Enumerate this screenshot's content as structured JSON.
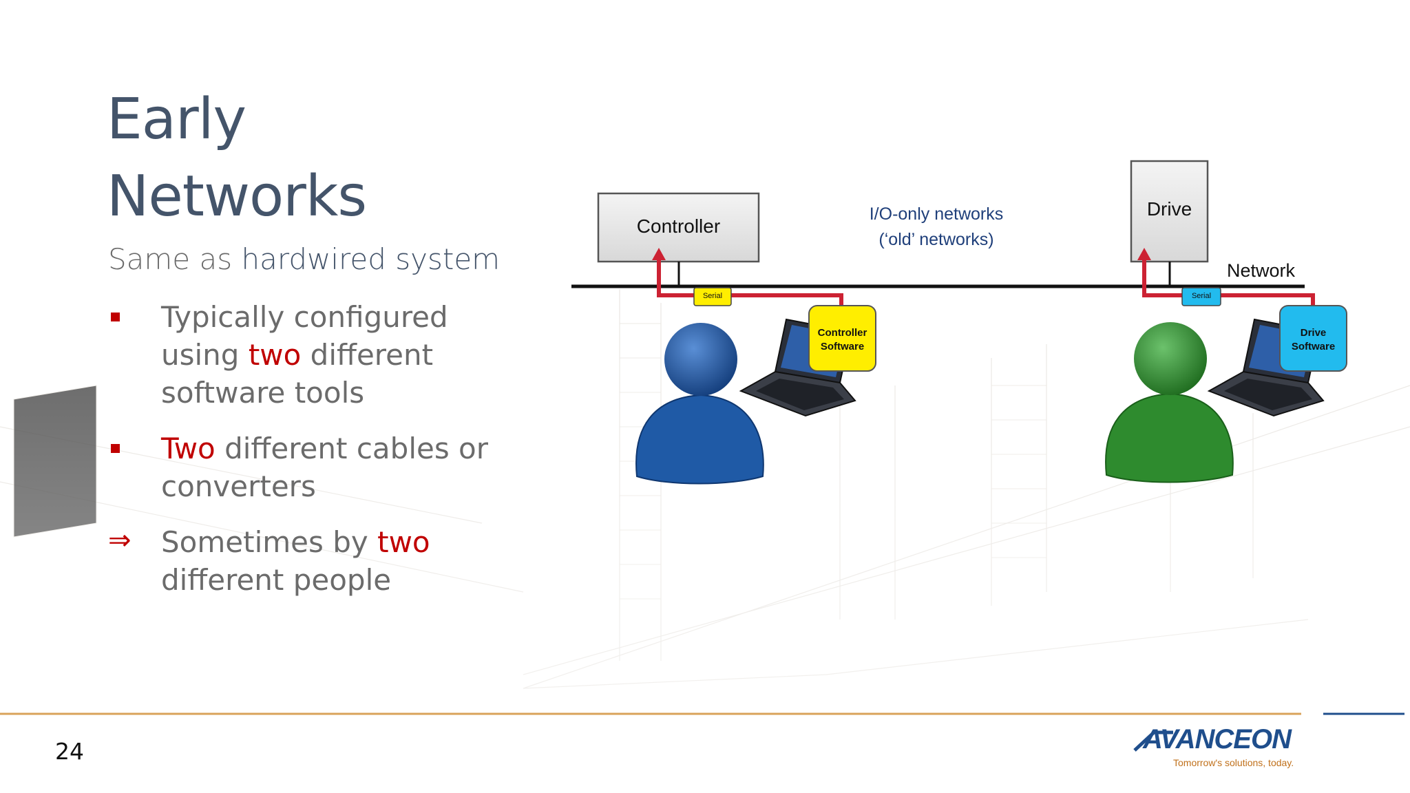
{
  "slide": {
    "title_line1": "Early",
    "title_line2": "Networks",
    "subtitle_prefix": "Same as ",
    "subtitle_highlight": "hardwired system",
    "bullets": [
      {
        "pre": "Typically configured using ",
        "red": "two",
        "post": " different software tools"
      },
      {
        "pre": "",
        "red": "Two",
        "post": " different cables or converters"
      },
      {
        "pre": "Sometimes by ",
        "red": "two",
        "post": " different people"
      }
    ],
    "arrow_glyph": "⇒",
    "page_number": "24"
  },
  "diagram": {
    "controller_label": "Controller",
    "drive_label": "Drive",
    "network_caption_line1": "I/O-only networks",
    "network_caption_line2": "(‘old’ networks)",
    "network_label": "Network",
    "serial_left": "Serial",
    "serial_right": "Serial",
    "controller_sw_line1": "Controller",
    "controller_sw_line2": "Software",
    "drive_sw_line1": "Drive",
    "drive_sw_line2": "Software",
    "colors": {
      "person_left": "#1f5aa6",
      "person_right": "#2e8b2e",
      "serial_left_bg": "#ffee00",
      "serial_right_bg": "#22bbee",
      "cable": "#cc2233"
    }
  },
  "footer": {
    "logo_text": "AVANCEON",
    "logo_tagline": "Tomorrow's solutions, today."
  },
  "theme": {
    "title_color": "#44546a",
    "accent_red": "#c00000",
    "footer_line_orange": "#d9a35a",
    "footer_line_blue": "#1f4e8c"
  }
}
